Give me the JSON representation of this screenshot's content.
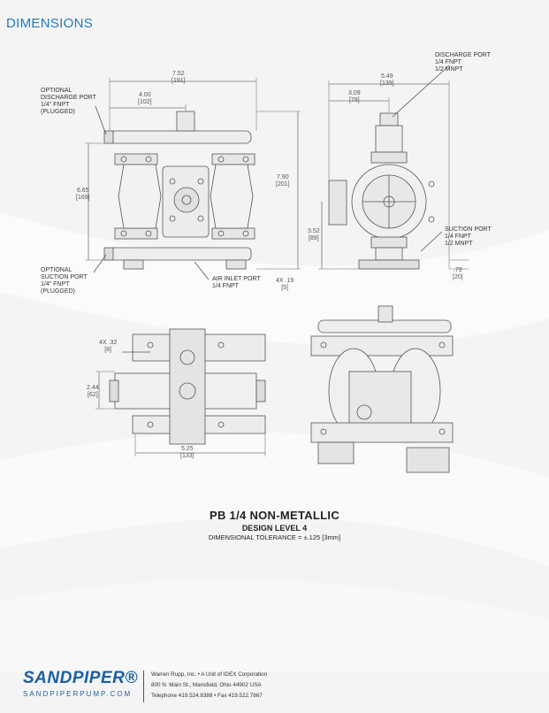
{
  "page": {
    "title": "DIMENSIONS"
  },
  "labels": {
    "opt_discharge": "OPTIONAL\nDISCHARGE PORT\n1/4\" FNPT\n(PLUGGED)",
    "opt_suction": "OPTIONAL\nSUCTION PORT\n1/4\" FNPT\n(PLUGGED)",
    "air_inlet": "AIR INLET PORT\n1/4 FNPT",
    "discharge_port": "DISCHARGE PORT\n1/4 FNPT\n1/2 MNPT",
    "suction_port": "SUCTION PORT\n1/4 FNPT\n1/2 MNPT"
  },
  "dimensions": {
    "d_752": "7.52\n[191]",
    "d_400": "4.00\n[102]",
    "d_665": "6.65\n[169]",
    "d_790": "7.90\n[201]",
    "d_4x19": "4X .19\n[5]",
    "d_549": "5.49\n[139]",
    "d_309": "3.09\n[79]",
    "d_352": "3.52\n[89]",
    "d_79": ".79\n[20]",
    "d_4x32": "4X .32\n[8]",
    "d_244": "2.44\n[62]",
    "d_525": "5.25\n[133]"
  },
  "caption": {
    "model": "PB 1/4 NON-METALLIC",
    "design": "DESIGN LEVEL 4",
    "tolerance": "DIMENSIONAL TOLERANCE = ±.125 [3mm]"
  },
  "footer": {
    "brand": "SANDPIPER®",
    "url": "SANDPIPERPUMP.COM",
    "line1": "Warren Rupp, Inc. • A Unit of IDEX Corporation",
    "line2": "800 N. Main St., Mansfield, Ohio 44902 USA",
    "line3": "Telephone 419.524.8388 • Fax 419.522.7867"
  },
  "colors": {
    "accent": "#1e7bbf",
    "brand": "#1b5f9e"
  }
}
